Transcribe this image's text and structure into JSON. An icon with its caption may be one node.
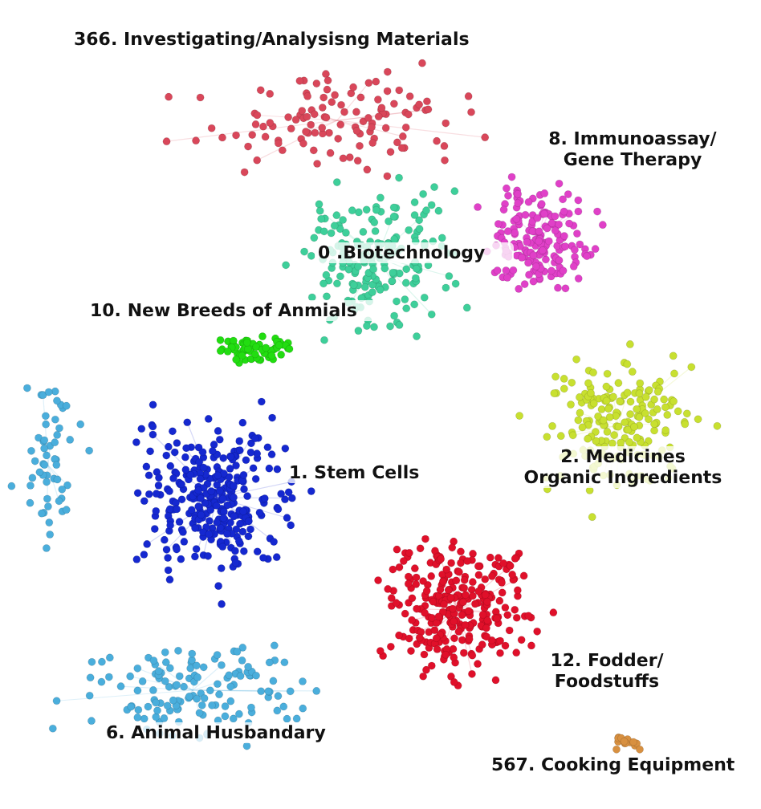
{
  "diagram": {
    "labels": [
      "366. Investigating/Analysisng Materials",
      "0 .Biotechnology",
      "8. Immunoassay/ Gene Therapy",
      "10. New Breeds of Anmials",
      "1. Stem Cells",
      "2. Medicines Organic Ingredients",
      "12. Fodder/ Foodstuffs",
      "6. Animal Husbandary",
      "567. Cooking Equipment"
    ]
  }
}
